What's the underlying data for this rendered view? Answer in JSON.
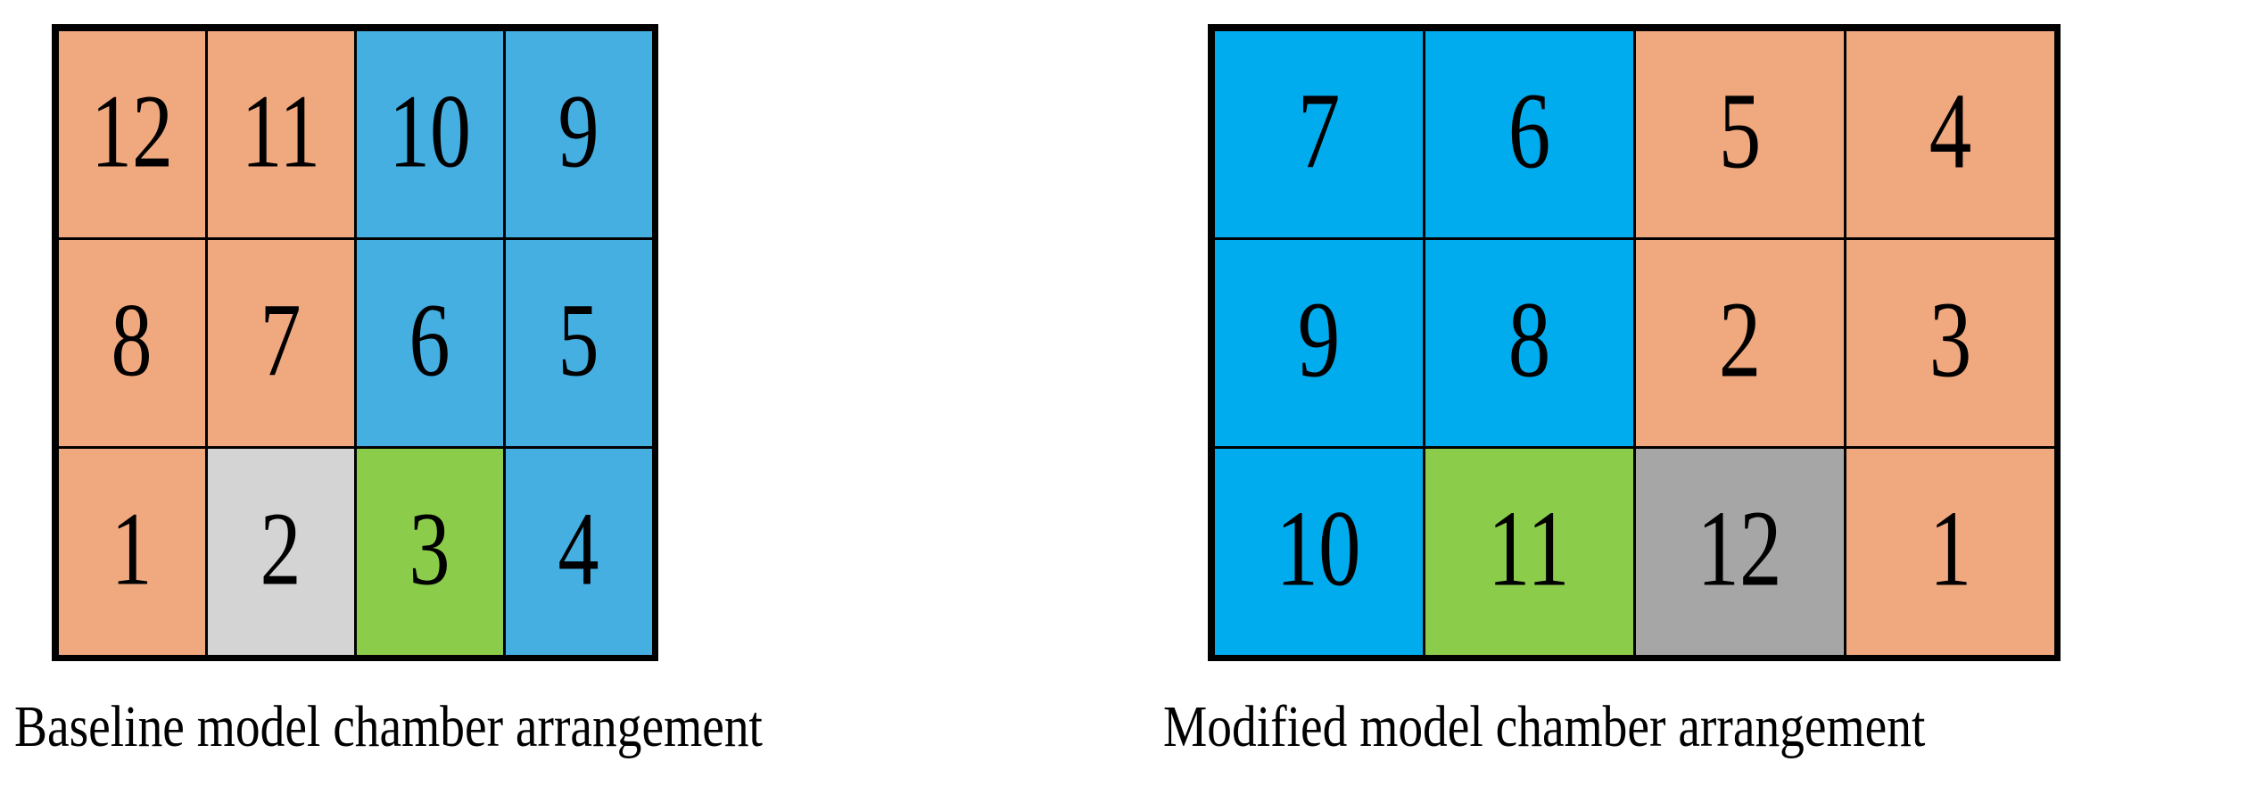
{
  "figure": {
    "type": "diagram",
    "description": "Two 4-column by 3-row chamber arrangement grids with numbered, color-coded cells",
    "background_color": "#FFFFFF",
    "cell_border_color": "#000000"
  },
  "palette": {
    "orange": "#F0A87F",
    "blue": "#45AFE2",
    "cyan": "#00ACEE",
    "green": "#8CCC4B",
    "light_gray": "#D4D4D4",
    "gray": "#A6A6A6"
  },
  "panels": [
    {
      "id": "baseline",
      "caption": "Baseline model chamber arrangement",
      "columns": 4,
      "rows": 3,
      "cells": [
        {
          "label": "12",
          "color_name": "orange",
          "color": "#F0A87F"
        },
        {
          "label": "11",
          "color_name": "orange",
          "color": "#F0A87F"
        },
        {
          "label": "10",
          "color_name": "blue",
          "color": "#45AFE2"
        },
        {
          "label": "9",
          "color_name": "blue",
          "color": "#45AFE2"
        },
        {
          "label": "8",
          "color_name": "orange",
          "color": "#F0A87F"
        },
        {
          "label": "7",
          "color_name": "orange",
          "color": "#F0A87F"
        },
        {
          "label": "6",
          "color_name": "blue",
          "color": "#45AFE2"
        },
        {
          "label": "5",
          "color_name": "blue",
          "color": "#45AFE2"
        },
        {
          "label": "1",
          "color_name": "orange",
          "color": "#F0A87F"
        },
        {
          "label": "2",
          "color_name": "light_gray",
          "color": "#D4D4D4"
        },
        {
          "label": "3",
          "color_name": "green",
          "color": "#8CCC4B"
        },
        {
          "label": "4",
          "color_name": "blue",
          "color": "#45AFE2"
        }
      ]
    },
    {
      "id": "modified",
      "caption": "Modified model chamber arrangement",
      "columns": 4,
      "rows": 3,
      "cells": [
        {
          "label": "7",
          "color_name": "cyan",
          "color": "#00ACEE"
        },
        {
          "label": "6",
          "color_name": "cyan",
          "color": "#00ACEE"
        },
        {
          "label": "5",
          "color_name": "orange",
          "color": "#F0A87F"
        },
        {
          "label": "4",
          "color_name": "orange",
          "color": "#F0A87F"
        },
        {
          "label": "9",
          "color_name": "cyan",
          "color": "#00ACEE"
        },
        {
          "label": "8",
          "color_name": "cyan",
          "color": "#00ACEE"
        },
        {
          "label": "2",
          "color_name": "orange",
          "color": "#F0A87F"
        },
        {
          "label": "3",
          "color_name": "orange",
          "color": "#F0A87F"
        },
        {
          "label": "10",
          "color_name": "cyan",
          "color": "#00ACEE"
        },
        {
          "label": "11",
          "color_name": "green",
          "color": "#8CCC4B"
        },
        {
          "label": "12",
          "color_name": "gray",
          "color": "#A6A6A6"
        },
        {
          "label": "1",
          "color_name": "orange",
          "color": "#F0A87F"
        }
      ]
    }
  ]
}
